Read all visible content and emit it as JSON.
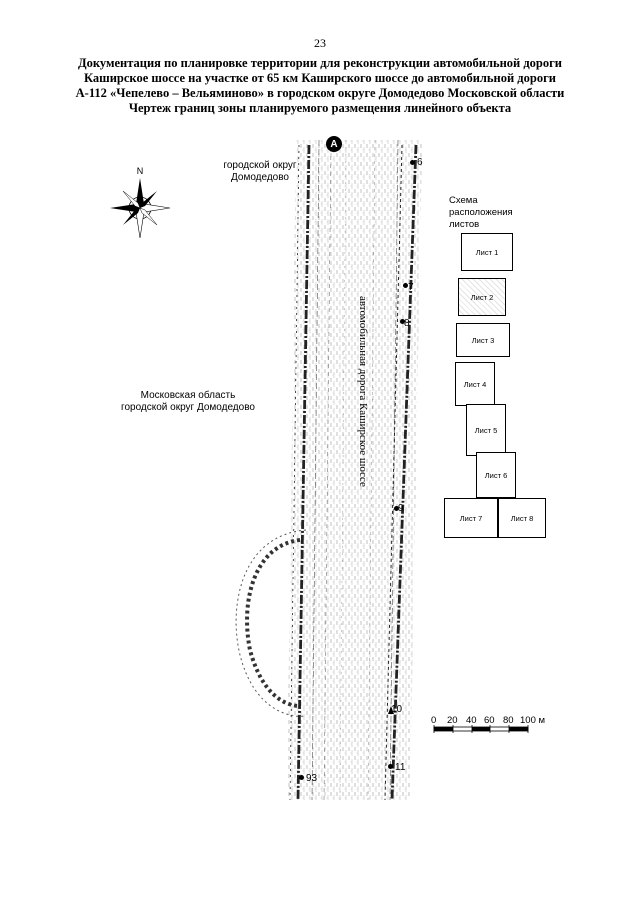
{
  "page": {
    "number": "23"
  },
  "title": {
    "lines": [
      "Документация по планировке территории для реконструкции автомобильной дороги",
      "Каширское шоссе на участке от 65 км Каширского шоссе до автомобильной дороги",
      "А-112 «Чепелево – Вельяминово» в городском округе Домодедово Московской области",
      "Чертеж границ зоны планируемого размещения линейного объекта"
    ]
  },
  "map": {
    "compass_label": "N",
    "label_top": "городской округ\nДомодедово",
    "label_left": "Московская область\nгородской округ Домодедово",
    "road_label": "автомобильная дорога Каширское шоссе",
    "marker_a": "A",
    "points": [
      "6",
      "7",
      "8",
      "9",
      "10",
      "11",
      "93"
    ]
  },
  "scheme": {
    "title": "Схема\nрасположения\nлистов",
    "sheets": [
      "Лист 1",
      "Лист 2",
      "Лист 3",
      "Лист 4",
      "Лист 5",
      "Лист 6",
      "Лист 7",
      "Лист 8"
    ],
    "highlighted_sheet": "Лист 2"
  },
  "scale": {
    "labels": [
      "0",
      "20",
      "40",
      "60",
      "80",
      "100 м"
    ]
  },
  "colors": {
    "ink": "#000000",
    "boundary": "#333333",
    "road_texture": "#888888"
  }
}
